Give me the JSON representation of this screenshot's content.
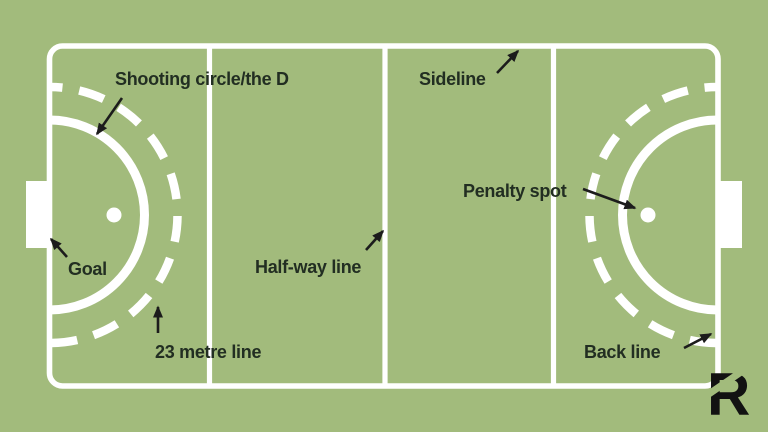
{
  "diagram": {
    "labels": {
      "shooting_circle": "Shooting circle/the D",
      "sideline": "Sideline",
      "penalty_spot": "Penalty spot",
      "goal": "Goal",
      "half_way_line": "Half-way line",
      "twenty_three_metre_line": "23 metre line",
      "back_line": "Back line"
    },
    "logo_letter": "R",
    "colors": {
      "field_green": "#a2bb7c",
      "line_white": "#ffffff",
      "label_text": "#222e22",
      "arrow_black": "#1c1c1c",
      "logo_black": "#121212"
    }
  }
}
